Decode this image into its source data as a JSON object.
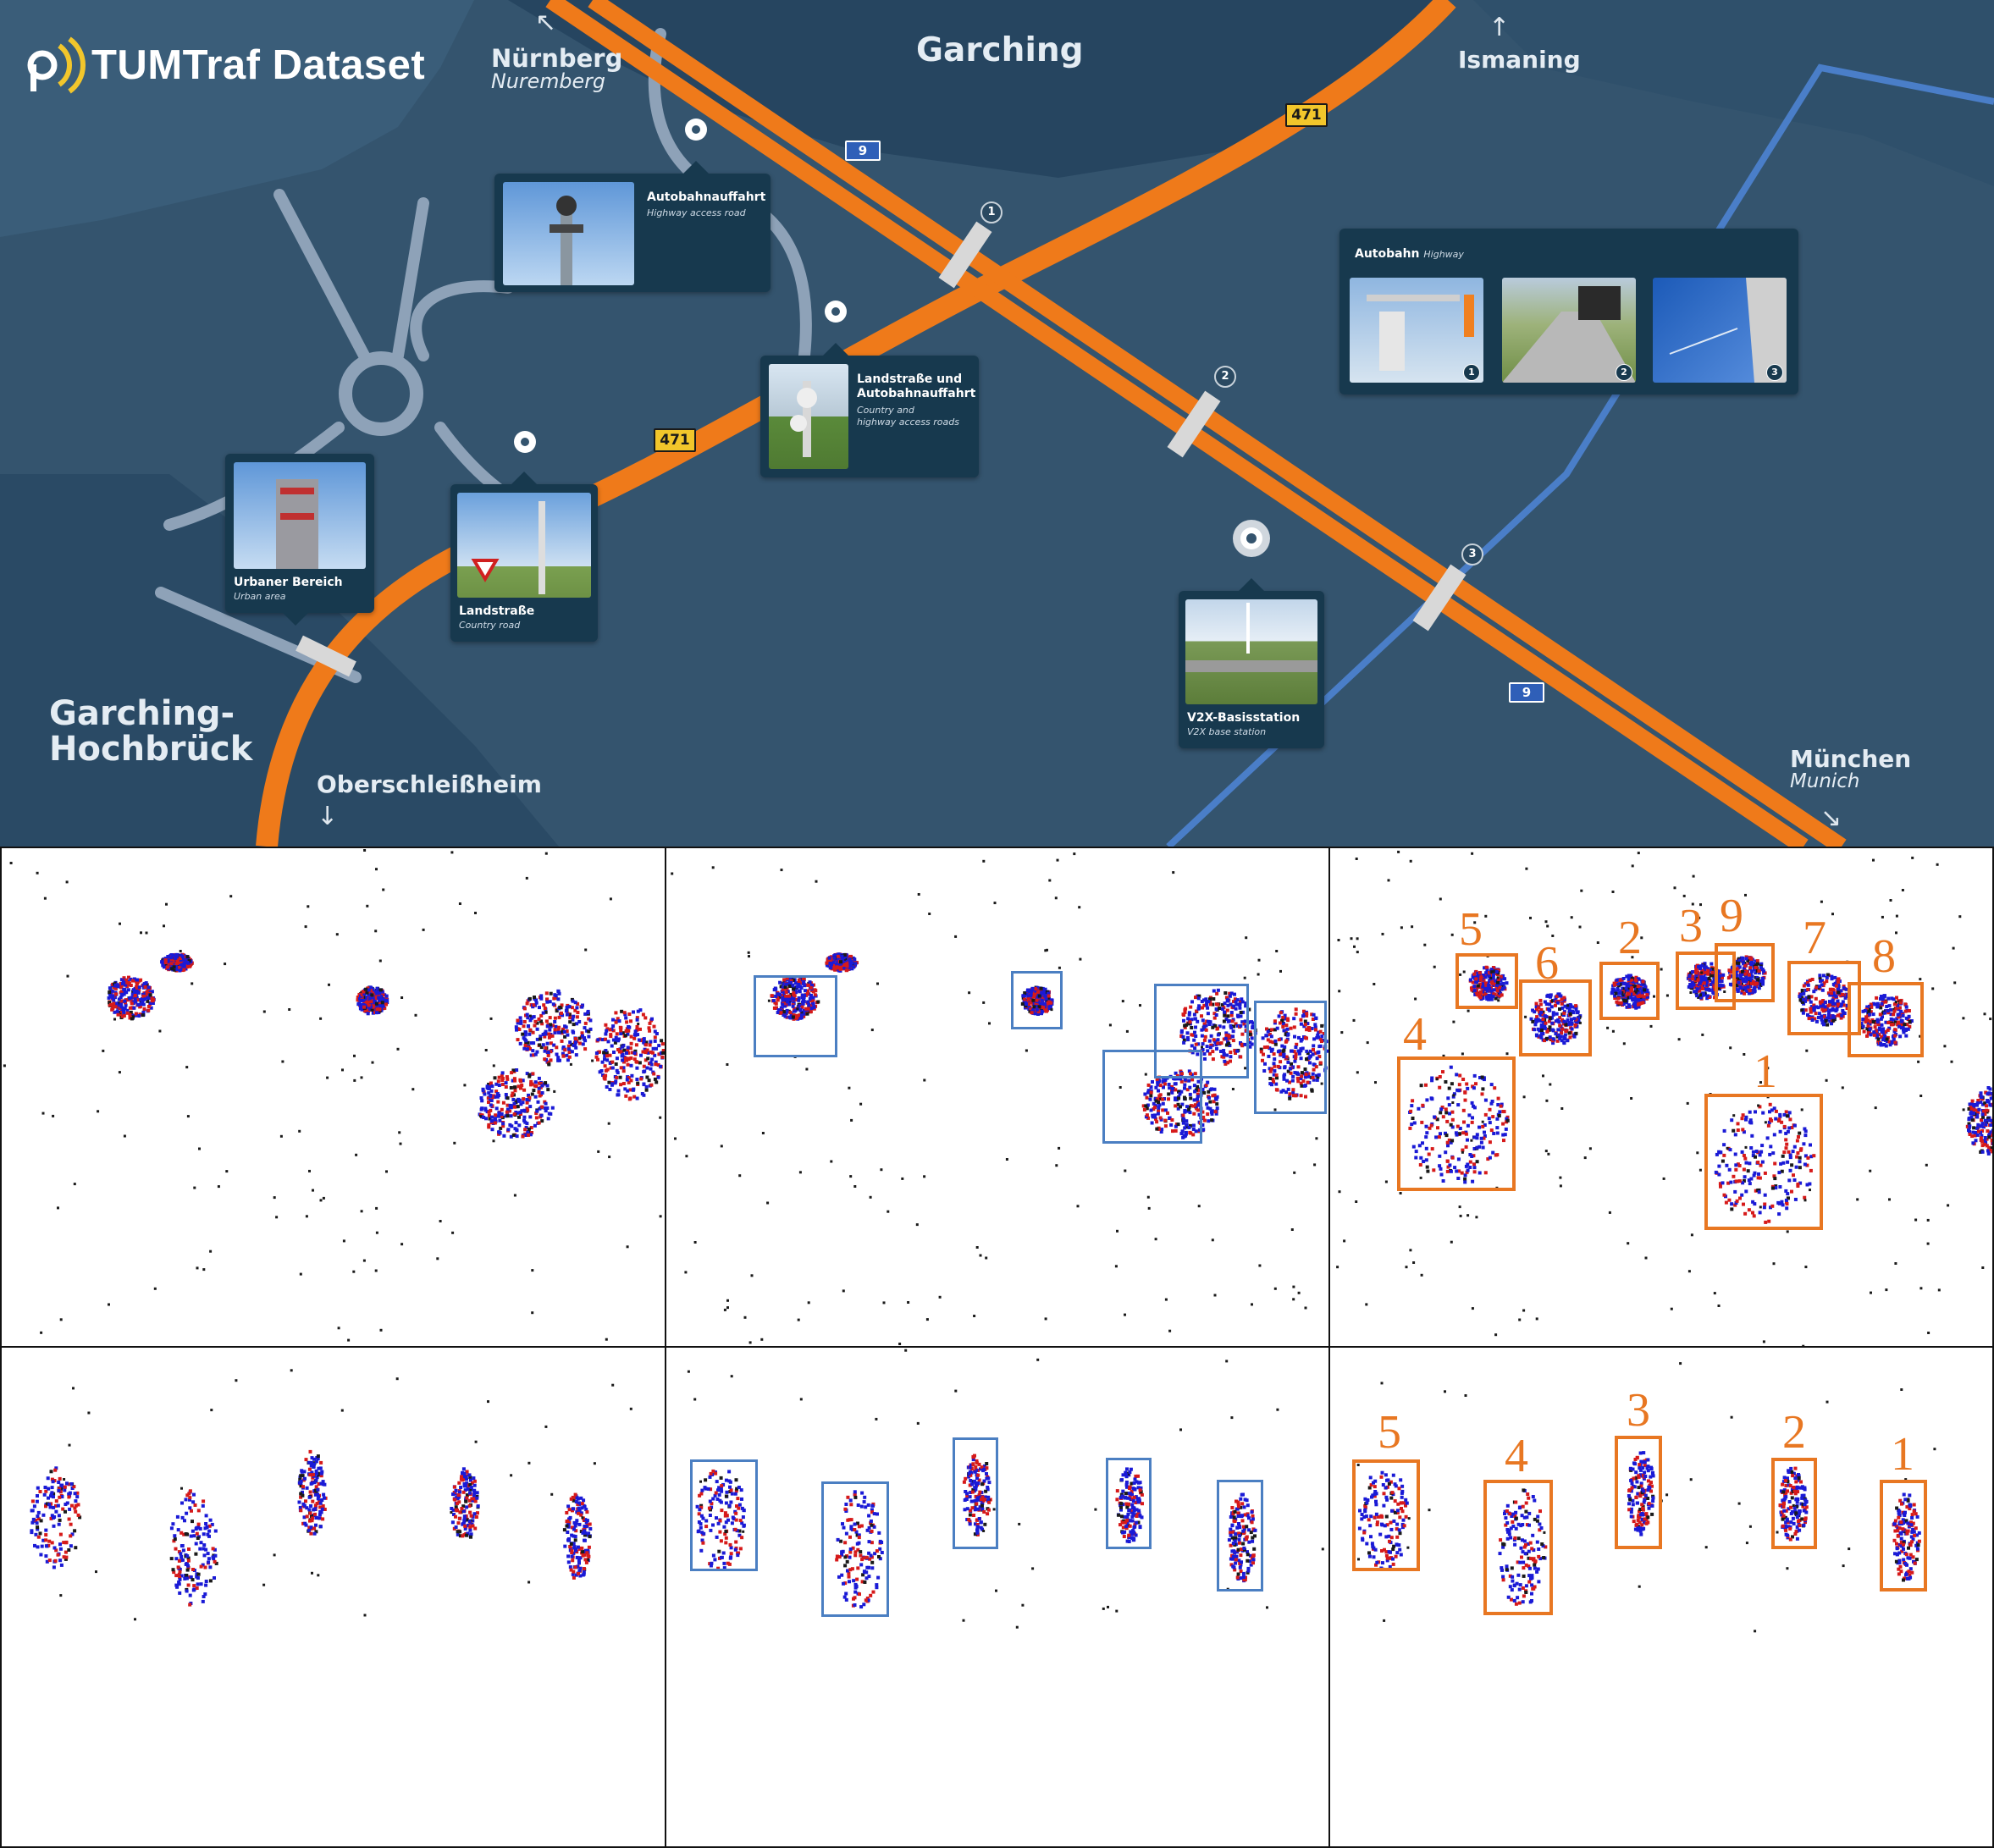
{
  "map": {
    "brand": {
      "title": "TUMTraf Dataset",
      "logo": "tumtraf-logo"
    },
    "places": {
      "garching": "Garching",
      "nuernberg": "Nürnberg",
      "nuernberg_en": "Nuremberg",
      "ismaning": "Ismaning",
      "garching_hochbrueck_1": "Garching-",
      "garching_hochbrueck_2": "Hochbrück",
      "oberschleissheim": "Oberschleißheim",
      "muenchen": "München",
      "muenchen_en": "Munich"
    },
    "direction_arrows": {
      "nuernberg": "↖",
      "ismaning": "↑",
      "oberschleissheim": "↓",
      "muenchen": "↘"
    },
    "road_badges": {
      "b471_a": "471",
      "b471_b": "471",
      "a9_a": "9",
      "a9_b": "9"
    },
    "sensor_numbers": {
      "s1": "1",
      "s2": "2",
      "s3": "3"
    },
    "cards": {
      "autobahnauffahrt": {
        "title": "Autobahnauffahrt",
        "subtitle": "Highway access road"
      },
      "landstrasse_und": {
        "title_1": "Landstraße und",
        "title_2": "Autobahnauffahrt",
        "subtitle_1": "Country and",
        "subtitle_2": "highway access roads"
      },
      "urbaner": {
        "title": "Urbaner Bereich",
        "subtitle": "Urban area"
      },
      "landstrasse": {
        "title": "Landstraße",
        "subtitle": "Country road"
      },
      "v2x": {
        "title": "V2X-Basisstation",
        "subtitle": "V2X base station"
      },
      "autobahn": {
        "title": "Autobahn",
        "subtitle": "Highway",
        "thumb_numbers": [
          "1",
          "2",
          "3"
        ]
      }
    },
    "colors": {
      "background": "#34546e",
      "land_dark": "#264560",
      "highway": "#ef7a1a",
      "rail": "#4a7ec8",
      "minor_road": "#8ea2b8",
      "card": "#17394e"
    }
  },
  "detection_figure": {
    "box_colors": {
      "blue": "#4b7fc2",
      "orange": "#e87722"
    },
    "event_colors": {
      "positive": "#1a1ad6",
      "negative": "#d61a1a",
      "noise": "#1a1a1a"
    },
    "vehicle_track_ids": [
      "5",
      "6",
      "2",
      "3",
      "9",
      "7",
      "8",
      "4",
      "1"
    ],
    "pedestrian_track_ids": [
      "5",
      "4",
      "3",
      "2",
      "1"
    ]
  }
}
